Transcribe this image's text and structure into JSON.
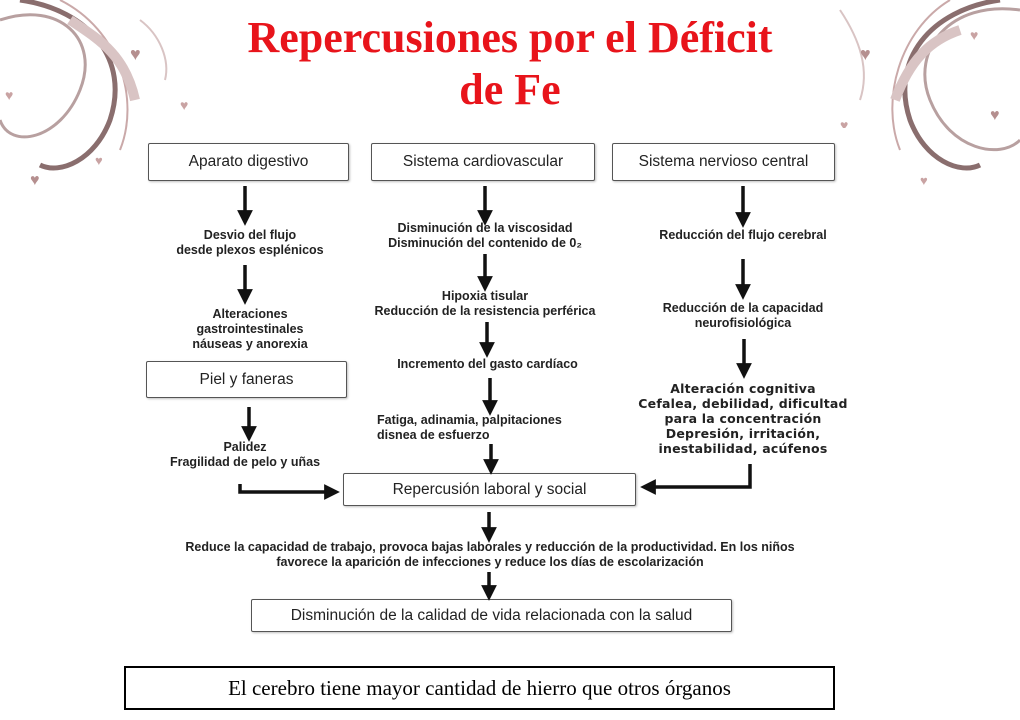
{
  "title": {
    "line1": "Repercusiones por el Déficit",
    "line2": "de Fe"
  },
  "boxes": {
    "digestivo": "Aparato digestivo",
    "cardio": "Sistema cardiovascular",
    "nervioso": "Sistema nervioso central",
    "piel": "Piel y faneras",
    "laboral": "Repercusión laboral y social",
    "calidad": "Disminución de la calidad de vida relacionada con la salud"
  },
  "texts": {
    "dig1": "Desvio del flujo\ndesde plexos esplénicos",
    "dig2": "Alteraciones\ngastrointestinales\nnáuseas y anorexia",
    "piel1": "Palidez\nFragilidad de pelo y uñas",
    "car1": "Disminución de la viscosidad\nDisminución del contenido de 0₂",
    "car2": "Hipoxia tisular\nReducción de la resistencia perférica",
    "car3": "Incremento del gasto cardíaco",
    "car4": "Fatiga, adinamia, palpitaciones\ndisnea de esfuerzo",
    "ner1": "Reducción del flujo cerebral",
    "ner2": "Reducción de la capacidad\nneurofisiológica",
    "ner3": "Alteración cognitiva\nCefalea, debilidad, dificultad\npara la concentración\nDepresión, irritación,\ninestabilidad, acúfenos",
    "lab1": "Reduce la capacidad de trabajo, provoca bajas laborales y reducción de la productividad. En los niños\nfavorece la aparición de infecciones y reduce los días de escolarización"
  },
  "caption": "El cerebro tiene mayor cantidad de hierro que otros órganos",
  "colors": {
    "title": "#e8141b",
    "ornament": "#8a6e6e"
  }
}
